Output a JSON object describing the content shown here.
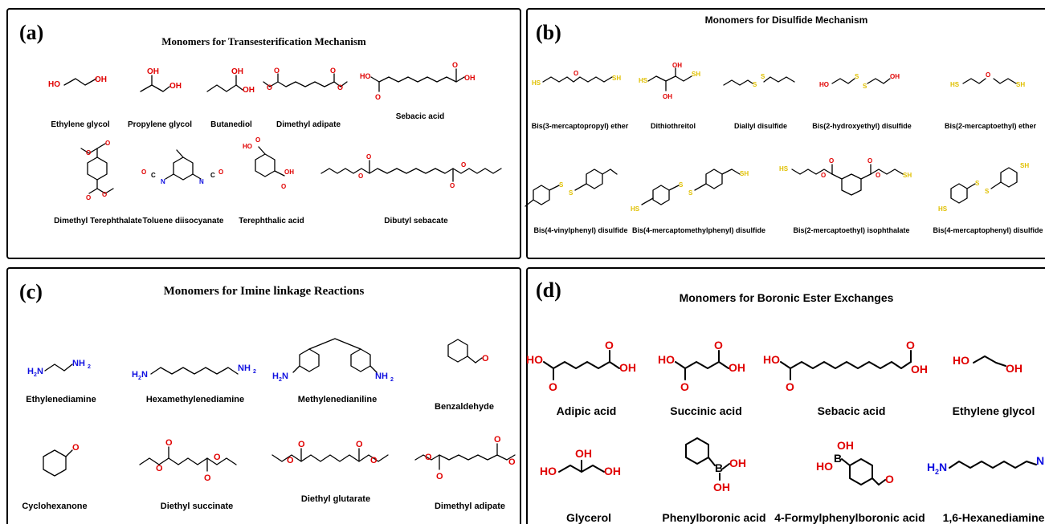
{
  "panels": {
    "a": {
      "letter": "(a)",
      "title": "Monomers for Transesterification Mechanism",
      "items": [
        "Ethylene glycol",
        "Propylene glycol",
        "Butanediol",
        "Dimethyl  adipate",
        "Sebacic acid",
        "Dimethyl  Terephthalate",
        "Toluene diisocyanate",
        "Terephthalic acid",
        "Dibutyl sebacate"
      ]
    },
    "b": {
      "letter": "(b)",
      "title": "Monomers for Disulfide Mechanism",
      "items": [
        "Bis(3-mercaptopropyl) ether",
        "Dithiothreitol",
        "Diallyl disulfide",
        "Bis(2-hydroxyethyl) disulfide",
        "Bis(2-mercaptoethyl) ether",
        "Bis(4-vinylphenyl) disulfide",
        "Bis(4-mercaptomethylphenyl) disulfide",
        "Bis(2-mercaptoethyl) isophthalate",
        "Bis(4-mercaptophenyl) disulfide"
      ]
    },
    "c": {
      "letter": "(c)",
      "title": "Monomers for Imine linkage Reactions",
      "items": [
        "Ethylenediamine",
        "Hexamethylenediamine",
        "Methylenedianiline",
        "Benzaldehyde",
        "Cyclohexanone",
        "Diethyl succinate",
        "Diethyl glutarate",
        "Dimethyl adipate"
      ]
    },
    "d": {
      "letter": "(d)",
      "title": "Monomers for Boronic Ester Exchanges",
      "items": [
        "Adipic acid",
        "Succinic acid",
        "Sebacic acid",
        "Ethylene glycol",
        "Glycerol",
        "Phenylboronic acid",
        "4-Formylphenylboronic acid",
        "1,6-Hexanediamine"
      ]
    }
  },
  "atom_labels": {
    "ho": "HO",
    "oh": "OH",
    "o": "O",
    "sh": "SH",
    "hs": "HS",
    "s": "S",
    "n": "N",
    "c": "C",
    "nh2": "NH",
    "h2n": "H",
    "sub2": "2",
    "b": "B",
    "b_oh_bottom": "OH"
  },
  "colors": {
    "oxygen": "#e00000",
    "sulfur": "#e0c000",
    "nitrogen": "#1010e0",
    "bond": "#000000"
  }
}
